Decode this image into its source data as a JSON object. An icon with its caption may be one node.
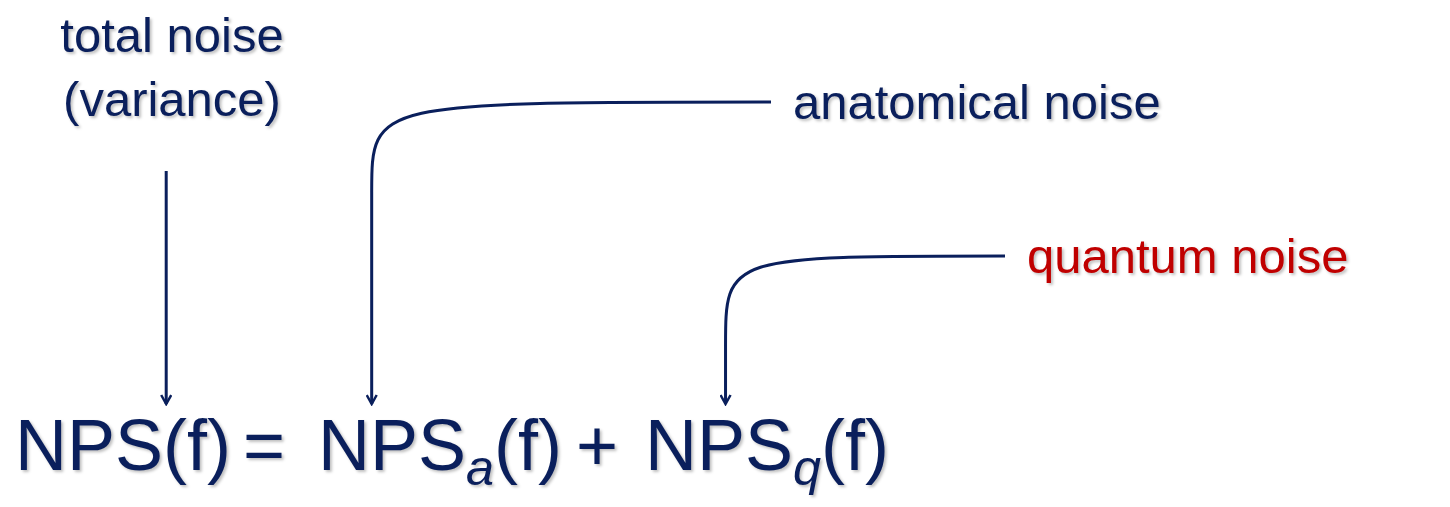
{
  "diagram": {
    "nodes": [
      {
        "text": [
          "total noise (variance)"
        ]
      },
      {
        "text": [
          "anatomical noise"
        ]
      },
      {
        "text": [
          "quantum noise"
        ]
      },
      {
        "text": [
          "NPS(f)"
        ]
      },
      {
        "text": [
          "NPS$_{a}$(f)"
        ]
      },
      {
        "text": [
          "NPS$_{q}$(f)"
        ]
      }
    ],
    "edges": [
      {
        "from": 0,
        "to": 3,
        "arrow": "to"
      },
      {
        "from": 1,
        "to": 4,
        "arrow": "to"
      },
      {
        "from": 2,
        "to": 5,
        "arrow": "to",
        "color": "#0a1f5c"
      }
    ],
    "labels": [
      "=",
      "+"
    ]
  }
}
